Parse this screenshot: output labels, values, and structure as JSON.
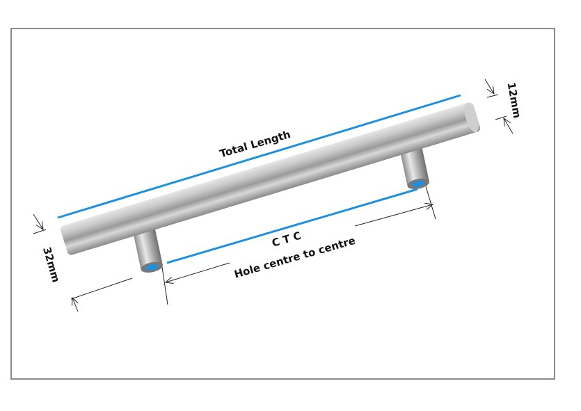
{
  "labels": {
    "total_length": "Total Length",
    "ctc": "C T C",
    "ctc_description": "Hole centre to centre",
    "bar_diameter": "12mm",
    "projection": "32mm"
  },
  "colors": {
    "dimension_line": "#1e90e0",
    "frame": "#8a8a8a",
    "steel": "#b8b8b8"
  }
}
